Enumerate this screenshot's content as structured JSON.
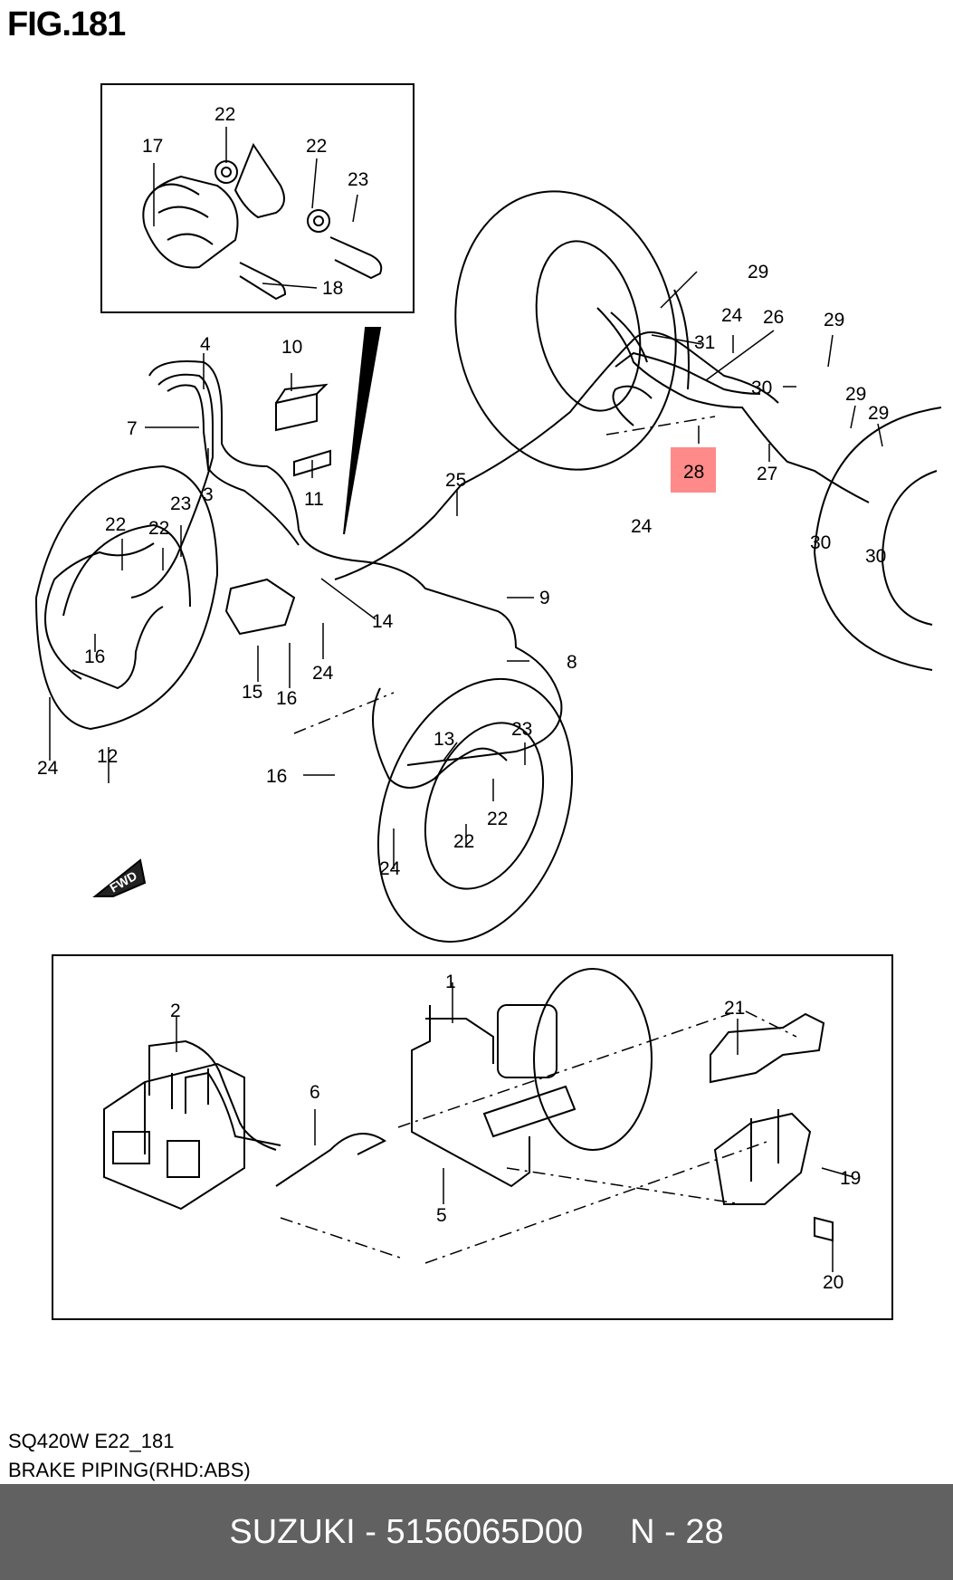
{
  "figure": {
    "title": "FIG.181"
  },
  "inset_top": {
    "labels": [
      "22",
      "17",
      "22",
      "23",
      "18"
    ]
  },
  "main_labels": [
    "29",
    "24",
    "26",
    "31",
    "29",
    "30",
    "29",
    "29",
    "4",
    "10",
    "7",
    "3",
    "11",
    "25",
    "28",
    "27",
    "24",
    "30",
    "30",
    "22",
    "22",
    "23",
    "9",
    "16",
    "15",
    "16",
    "24",
    "14",
    "8",
    "13",
    "23",
    "24",
    "12",
    "16",
    "22",
    "22",
    "24"
  ],
  "highlight": {
    "label": "28",
    "color": "#ff8a8a"
  },
  "fwd_arrow": {
    "text": "FWD"
  },
  "inset_bottom": {
    "labels": [
      "2",
      "1",
      "21",
      "6",
      "19",
      "5",
      "20"
    ]
  },
  "caption": {
    "line1": "SQ420W E22_181",
    "line2": "BRAKE PIPING(RHD:ABS)"
  },
  "footer": {
    "brand_part": "SUZUKI - 5156065D00",
    "ref": "N - 28"
  }
}
